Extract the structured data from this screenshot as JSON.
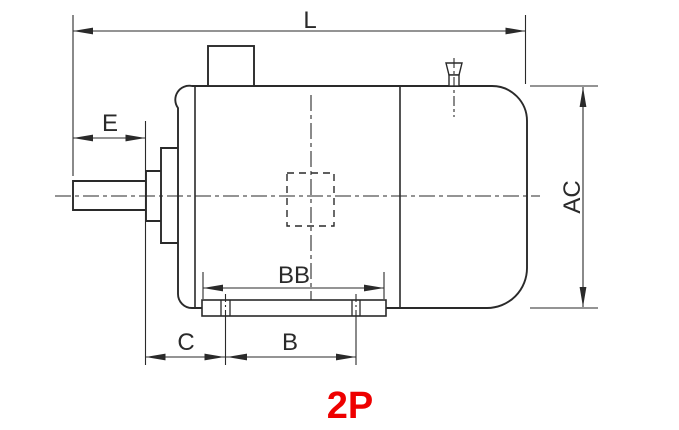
{
  "figure": {
    "type": "engineering-drawing",
    "subject": "electric motor side view with dimension callouts",
    "background": "#ffffff",
    "line_color": "#2a2a2a",
    "dimension_labels": {
      "overall_length": "L",
      "shaft_extension": "E",
      "shaft_shoulder_to_foot_hole": "C",
      "foot_hole_spacing": "B",
      "foot_base_length": "BB",
      "frame_height": "AC"
    },
    "caption": {
      "text": "2P",
      "color": "#ee0000"
    }
  }
}
